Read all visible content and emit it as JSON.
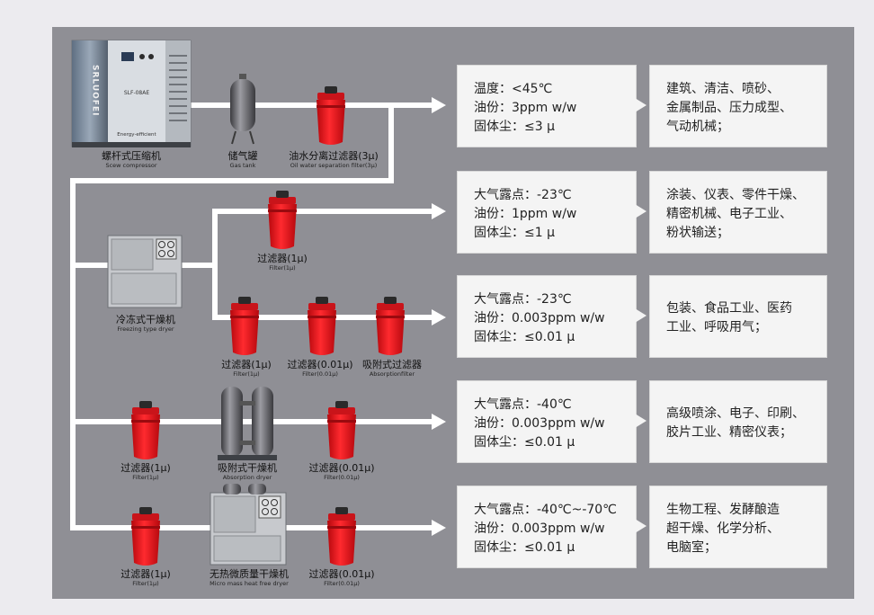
{
  "compressor": {
    "brand": "SRLUOFEI",
    "model": "SLF-08AE",
    "badge": "Energy-efficient",
    "label_cn": "螺杆式压缩机",
    "label_en": "Scew compressor"
  },
  "gas_tank": {
    "label_cn": "储气罐",
    "label_en": "Gas tank"
  },
  "oil_filter": {
    "label_cn": "油水分离过滤器(3μ)",
    "label_en": "Oil water separation filter(3μ)"
  },
  "freeze_dryer": {
    "label_cn": "冷冻式干燥机",
    "label_en": "Freezing type dryer"
  },
  "filter_row2": {
    "label_cn": "过滤器(1μ)",
    "label_en": "Filter(1μ)"
  },
  "row3": {
    "f1": {
      "label_cn": "过滤器(1μ)",
      "label_en": "Filter(1μ)"
    },
    "f2": {
      "label_cn": "过滤器(0.01μ)",
      "label_en": "Filter(0.01μ)"
    },
    "f3": {
      "label_cn": "吸附式过滤器",
      "label_en": "Absorptionfilter"
    }
  },
  "row4": {
    "f1": {
      "label_cn": "过滤器(1μ)",
      "label_en": "Filter(1μ)"
    },
    "dryer": {
      "label_cn": "吸附式干燥机",
      "label_en": "Absorption dryer"
    },
    "f2": {
      "label_cn": "过滤器(0.01μ)",
      "label_en": "Filter(0.01μ)"
    }
  },
  "row5": {
    "f1": {
      "label_cn": "过滤器(1μ)",
      "label_en": "Filter(1μ)"
    },
    "dryer": {
      "label_cn": "无热微质量干燥机",
      "label_en": "Micro mass heat free dryer"
    },
    "f2": {
      "label_cn": "过滤器(0.01μ)",
      "label_en": "Filter(0.01μ)"
    }
  },
  "specs": [
    {
      "l1": "温度：<45℃",
      "l2": "油份：3ppm w/w",
      "l3": "固体尘：≤3 μ"
    },
    {
      "l1": "大气露点：-23℃",
      "l2": "油份：1ppm w/w",
      "l3": "固体尘：≤1 μ"
    },
    {
      "l1": "大气露点：-23℃",
      "l2": "油份：0.003ppm w/w",
      "l3": "固体尘：≤0.01 μ"
    },
    {
      "l1": "大气露点：-40℃",
      "l2": "油份：0.003ppm w/w",
      "l3": "固体尘：≤0.01 μ"
    },
    {
      "l1": "大气露点：-40℃~-70℃",
      "l2": "油份：0.003ppm w/w",
      "l3": "固体尘：≤0.01 μ"
    }
  ],
  "apps": [
    {
      "l1": "建筑、清洁、喷砂、",
      "l2": "金属制品、压力成型、",
      "l3": "气动机械；"
    },
    {
      "l1": "涂装、仪表、零件干燥、",
      "l2": "精密机械、电子工业、",
      "l3": "粉状输送；"
    },
    {
      "l1": "包装、食品工业、医药",
      "l2": "工业、呼吸用气；",
      "l3": ""
    },
    {
      "l1": "高级喷涂、电子、印刷、",
      "l2": "胶片工业、精密仪表；",
      "l3": ""
    },
    {
      "l1": "生物工程、发酵酿造",
      "l2": "超干燥、化学分析、",
      "l3": "电脑室；"
    }
  ],
  "colors": {
    "panel": "#8f8f95",
    "pipe": "#ffffff",
    "filter_red": "#e8191f",
    "box": "#f4f4f4"
  }
}
